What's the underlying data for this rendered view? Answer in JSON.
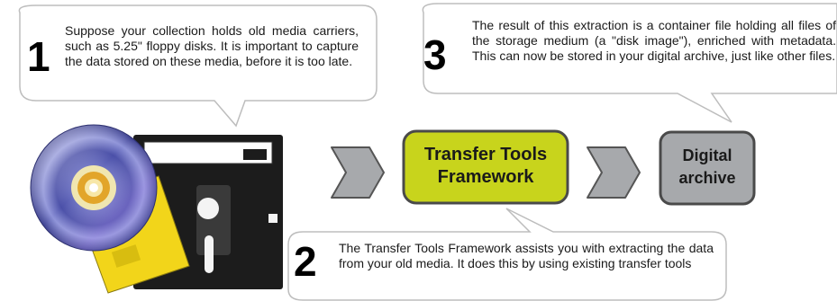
{
  "steps": [
    {
      "number": "1",
      "text": "Suppose your collection holds old media carriers, such as 5.25\" floppy disks. It is important to capture the data stored on these media, before it is too late."
    },
    {
      "number": "2",
      "text": "The Transfer Tools Framework assists you with extracting the data from your old media. It does this by using existing transfer tools"
    },
    {
      "number": "3",
      "text": "The result of this extraction is a container file holding all files of the storage medium (a \"disk image\"), enriched with metadata. This can now be stored in your digital archive, just like other files."
    }
  ],
  "boxes": {
    "framework": {
      "line1": "Transfer Tools",
      "line2": "Framework",
      "color": "#c8d41c"
    },
    "archive": {
      "line1": "Digital",
      "line2": "archive",
      "color": "#a7a9ac"
    }
  },
  "arrow_color": "#a7a9ac",
  "icons": [
    "cd-disc-icon",
    "floppy-disk-icon",
    "chevron-arrow-icon"
  ]
}
